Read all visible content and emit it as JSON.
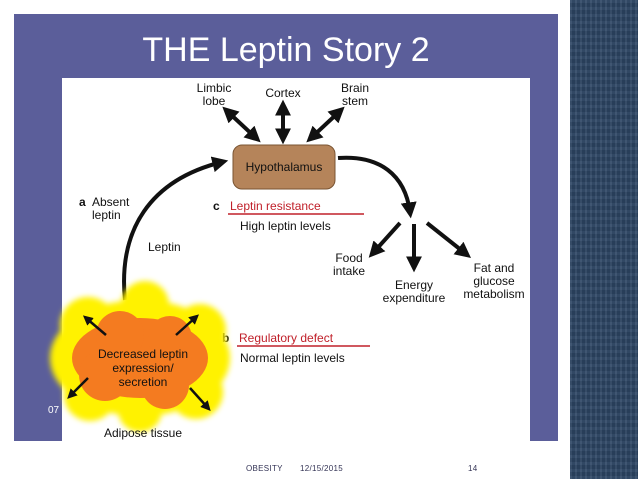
{
  "slide": {
    "title": "THE Leptin Story 2",
    "slide_number_fragment": "07"
  },
  "diagram": {
    "top_labels": {
      "limbic_line1": "Limbic",
      "limbic_line2": "lobe",
      "cortex": "Cortex",
      "brain_line1": "Brain",
      "brain_line2": "stem"
    },
    "hypothalamus": "Hypothalamus",
    "absent_letter": "a",
    "absent_line1": "Absent",
    "absent_line2": "leptin",
    "leptin": "Leptin",
    "resistance_letter": "c",
    "resistance": "Leptin resistance",
    "high_levels": "High leptin levels",
    "outputs": {
      "food_line1": "Food",
      "food_line2": "intake",
      "energy_line1": "Energy",
      "energy_line2": "expenditure",
      "fat_line1": "Fat and",
      "fat_line2": "glucose",
      "fat_line3": "metabolism"
    },
    "defect_letter": "b",
    "defect": "Regulatory defect",
    "normal_levels": "Normal leptin levels",
    "adipose_line1": "Decreased leptin",
    "adipose_line2": "expression/",
    "adipose_line3": "secretion",
    "adipose_tissue": "Adipose tissue",
    "colors": {
      "hypothalamus_fill": "#b5845a",
      "red_label": "#c0202a",
      "adipose_glow": "#fff200",
      "adipose_core": "#f47b20",
      "slide_bg": "#5b5e9a"
    }
  },
  "footer": {
    "topic": "OBESITY",
    "date": "12/15/2015",
    "page": "14"
  }
}
